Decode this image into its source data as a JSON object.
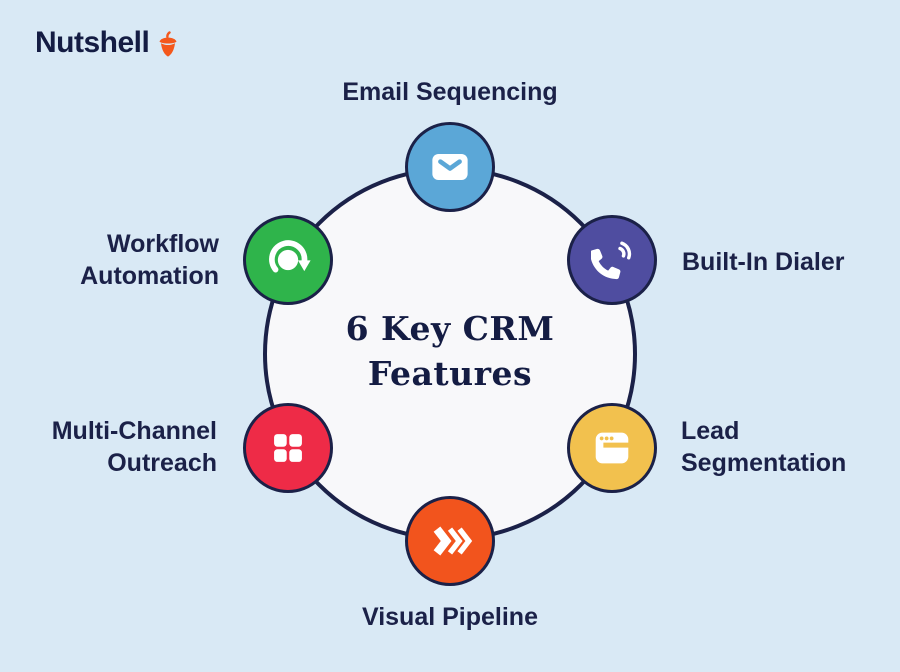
{
  "logo": {
    "text": "Nutshell",
    "icon": "acorn-icon",
    "accent_color": "#f4581c",
    "text_color": "#141c43"
  },
  "center": {
    "title_line1": "6 Key CRM",
    "title_line2": "Features"
  },
  "features": [
    {
      "label": "Email Sequencing",
      "icon": "envelope-icon",
      "color": "#5ba7d7",
      "position": "top"
    },
    {
      "label": "Built-In Dialer",
      "icon": "phone-icon",
      "color": "#4f4da0",
      "position": "upper-right"
    },
    {
      "label": "Lead Segmentation",
      "icon": "browser-window-icon",
      "color": "#f2c14e",
      "position": "lower-right"
    },
    {
      "label": "Visual Pipeline",
      "icon": "triple-chevron-icon",
      "color": "#f2541d",
      "position": "bottom"
    },
    {
      "label": "Multi-Channel Outreach",
      "icon": "grid-icon",
      "color": "#ee2b47",
      "position": "lower-left"
    },
    {
      "label": "Workflow Automation",
      "icon": "refresh-arrow-icon",
      "color": "#2fb44b",
      "position": "upper-left"
    }
  ],
  "colors": {
    "background": "#d9e9f5",
    "circle_fill": "#f8f8fa",
    "outline": "#1b2148",
    "label_text": "#1b2148"
  }
}
